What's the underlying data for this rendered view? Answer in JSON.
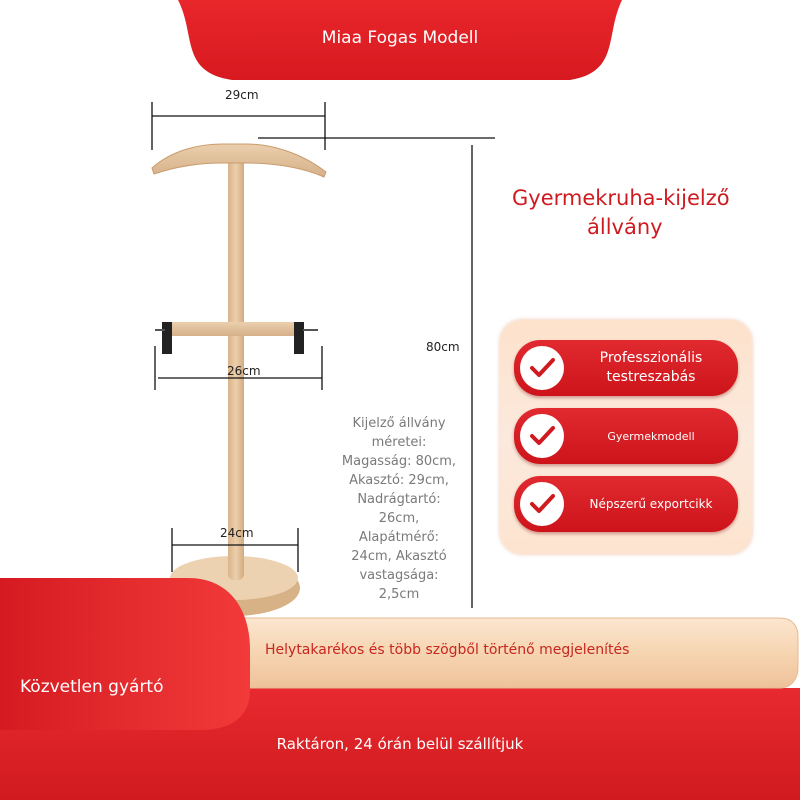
{
  "header": {
    "title": "Miaa Fogas Modell"
  },
  "product": {
    "title_line1": "Gyermekruha-kijelző",
    "title_line2": "állvány"
  },
  "features": [
    {
      "label": "Professzionális testreszabás",
      "icon": "check-icon"
    },
    {
      "label": "Gyermekmodell",
      "icon": "check-icon"
    },
    {
      "label": "Népszerű exportcikk",
      "icon": "check-icon"
    }
  ],
  "dimensions": {
    "hanger_width": "29cm",
    "trouser_width": "26cm",
    "base_width": "24cm",
    "height": "80cm"
  },
  "specs": "Kijelző állvány méretei: Magasság: 80cm, Akasztó: 29cm, Nadrágtartó: 26cm, Alapátmérő: 24cm, Akasztó vastagsága: 2,5cm",
  "strip_text": "Helytakarékos és több szögből történő megjelenítés",
  "left_text": "Közvetlen gyártó",
  "bottom_text": "Raktáron, 24 órán belül szállítjuk",
  "colors": {
    "brand_red": "#dd1f24",
    "wood": "#e3c39d",
    "strip": "#f6d8b4"
  }
}
